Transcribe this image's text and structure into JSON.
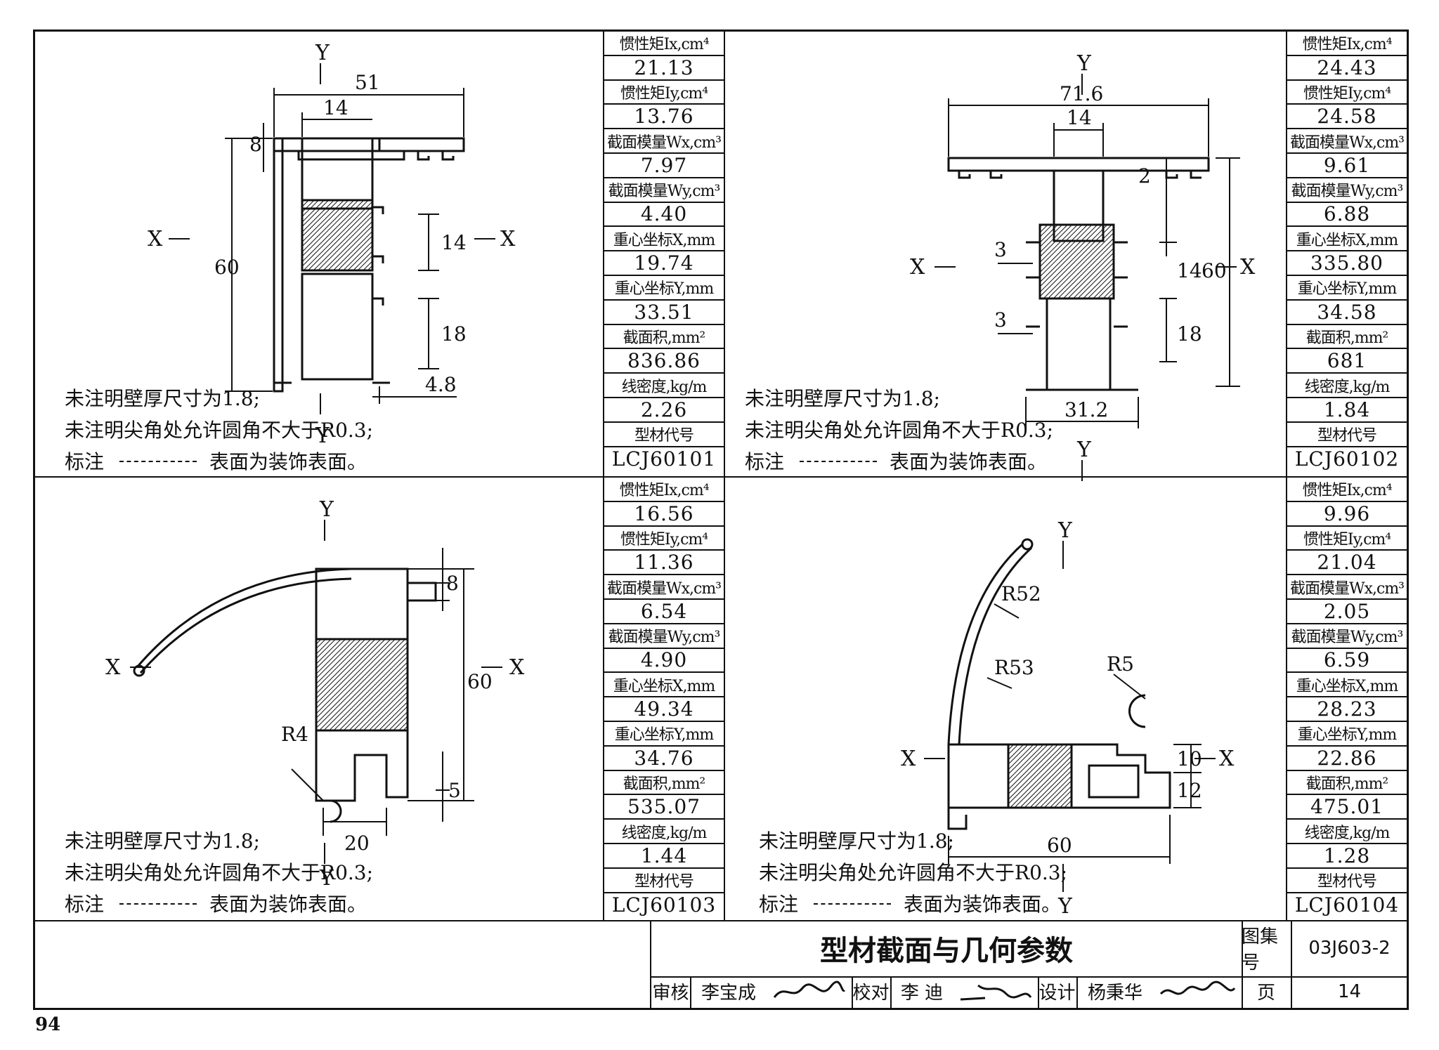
{
  "page_number": "94",
  "panels": [
    {
      "params": [
        {
          "label": "惯性矩Ix,cm⁴",
          "value": "21.13"
        },
        {
          "label": "惯性矩Iy,cm⁴",
          "value": "13.76"
        },
        {
          "label": "截面模量Wx,cm³",
          "value": "7.97"
        },
        {
          "label": "截面模量Wy,cm³",
          "value": "4.40"
        },
        {
          "label": "重心坐标X,mm",
          "value": "19.74"
        },
        {
          "label": "重心坐标Y,mm",
          "value": "33.51"
        },
        {
          "label": "截面积,mm²",
          "value": "836.86"
        },
        {
          "label": "线密度,kg/m",
          "value": "2.26"
        },
        {
          "label": "型材代号",
          "value": "LCJ60101"
        }
      ],
      "notes": [
        "未注明壁厚尺寸为1.8;",
        "未注明尖角处允许圆角不大于R0.3;",
        "标注",
        "表面为装饰表面。"
      ],
      "dims": {
        "d1": "51",
        "d2": "14",
        "d3": "8",
        "d4": "60",
        "d5": "14",
        "d6": "18",
        "d7": "4.8"
      }
    },
    {
      "params": [
        {
          "label": "惯性矩Ix,cm⁴",
          "value": "24.43"
        },
        {
          "label": "惯性矩Iy,cm⁴",
          "value": "24.58"
        },
        {
          "label": "截面模量Wx,cm³",
          "value": "9.61"
        },
        {
          "label": "截面模量Wy,cm³",
          "value": "6.88"
        },
        {
          "label": "重心坐标X,mm",
          "value": "335.80"
        },
        {
          "label": "重心坐标Y,mm",
          "value": "34.58"
        },
        {
          "label": "截面积,mm²",
          "value": "681"
        },
        {
          "label": "线密度,kg/m",
          "value": "1.84"
        },
        {
          "label": "型材代号",
          "value": "LCJ60102"
        }
      ],
      "notes": [
        "未注明壁厚尺寸为1.8;",
        "未注明尖角处允许圆角不大于R0.3;",
        "标注",
        "表面为装饰表面。"
      ],
      "dims": {
        "d1": "71.6",
        "d2": "14",
        "d3": "2",
        "d4": "3",
        "d5": "3",
        "d6": "14",
        "d7": "18",
        "d8": "60",
        "d9": "31.2"
      }
    },
    {
      "params": [
        {
          "label": "惯性矩Ix,cm⁴",
          "value": "16.56"
        },
        {
          "label": "惯性矩Iy,cm⁴",
          "value": "11.36"
        },
        {
          "label": "截面模量Wx,cm³",
          "value": "6.54"
        },
        {
          "label": "截面模量Wy,cm³",
          "value": "4.90"
        },
        {
          "label": "重心坐标X,mm",
          "value": "49.34"
        },
        {
          "label": "重心坐标Y,mm",
          "value": "34.76"
        },
        {
          "label": "截面积,mm²",
          "value": "535.07"
        },
        {
          "label": "线密度,kg/m",
          "value": "1.44"
        },
        {
          "label": "型材代号",
          "value": "LCJ60103"
        }
      ],
      "notes": [
        "未注明壁厚尺寸为1.8;",
        "未注明尖角处允许圆角不大于R0.3;",
        "标注",
        "表面为装饰表面。"
      ],
      "dims": {
        "d1": "8",
        "d2": "60",
        "d3": "R4",
        "d4": "5",
        "d5": "20"
      }
    },
    {
      "params": [
        {
          "label": "惯性矩Ix,cm⁴",
          "value": "9.96"
        },
        {
          "label": "惯性矩Iy,cm⁴",
          "value": "21.04"
        },
        {
          "label": "截面模量Wx,cm³",
          "value": "2.05"
        },
        {
          "label": "截面模量Wy,cm³",
          "value": "6.59"
        },
        {
          "label": "重心坐标X,mm",
          "value": "28.23"
        },
        {
          "label": "重心坐标Y,mm",
          "value": "22.86"
        },
        {
          "label": "截面积,mm²",
          "value": "475.01"
        },
        {
          "label": "线密度,kg/m",
          "value": "1.28"
        },
        {
          "label": "型材代号",
          "value": "LCJ60104"
        }
      ],
      "notes": [
        "未注明壁厚尺寸为1.8;",
        "未注明尖角处允许圆角不大于R0.3;",
        "标注",
        "表面为装饰表面。"
      ],
      "dims": {
        "d1": "R52",
        "d2": "R53",
        "d3": "R5",
        "d4": "10",
        "d5": "12",
        "d6": "60"
      }
    }
  ],
  "axis": {
    "x": "X",
    "y": "Y"
  },
  "title_block": {
    "title": "型材截面与几何参数",
    "atlas_label": "图集号",
    "atlas_no": "03J603-2",
    "review_label": "审核",
    "review_name": "李宝成",
    "check_label": "校对",
    "check_name": "李 迪",
    "design_label": "设计",
    "design_name": "杨秉华",
    "page_label": "页",
    "page_no": "14"
  }
}
